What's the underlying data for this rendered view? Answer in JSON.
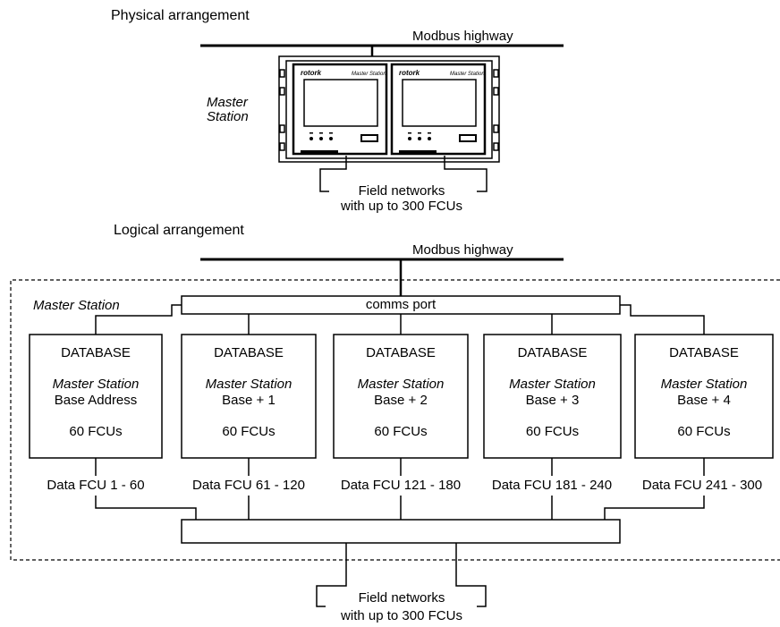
{
  "physical": {
    "heading": "Physical arrangement",
    "highway_label": "Modbus highway",
    "master_label_line1": "Master",
    "master_label_line2": "Station",
    "unit_brand": "rotork",
    "unit_name": "Master Station",
    "field_line1": "Field networks",
    "field_line2": "with up to 300 FCUs"
  },
  "logical": {
    "heading": "Logical arrangement",
    "highway_label": "Modbus highway",
    "master_label": "Master Station",
    "comms_port": "comms port",
    "databases": [
      {
        "title": "DATABASE",
        "name": "Master Station",
        "address": "Base Address",
        "fcus": "60 FCUs",
        "data_label": "Data FCU 1 - 60"
      },
      {
        "title": "DATABASE",
        "name": "Master Station",
        "address": "Base  +  1",
        "fcus": "60 FCUs",
        "data_label": "Data FCU 61 - 120"
      },
      {
        "title": "DATABASE",
        "name": "Master Station",
        "address": "Base  +  2",
        "fcus": "60 FCUs",
        "data_label": "Data FCU 121 - 180"
      },
      {
        "title": "DATABASE",
        "name": "Master Station",
        "address": "Base  +  3",
        "fcus": "60 FCUs",
        "data_label": "Data FCU 181 - 240"
      },
      {
        "title": "DATABASE",
        "name": "Master Station",
        "address": "Base  +  4",
        "fcus": "60 FCUs",
        "data_label": "Data FCU 241 - 300"
      }
    ],
    "field_line1": "Field networks",
    "field_line2": "with up to 300 FCUs"
  }
}
